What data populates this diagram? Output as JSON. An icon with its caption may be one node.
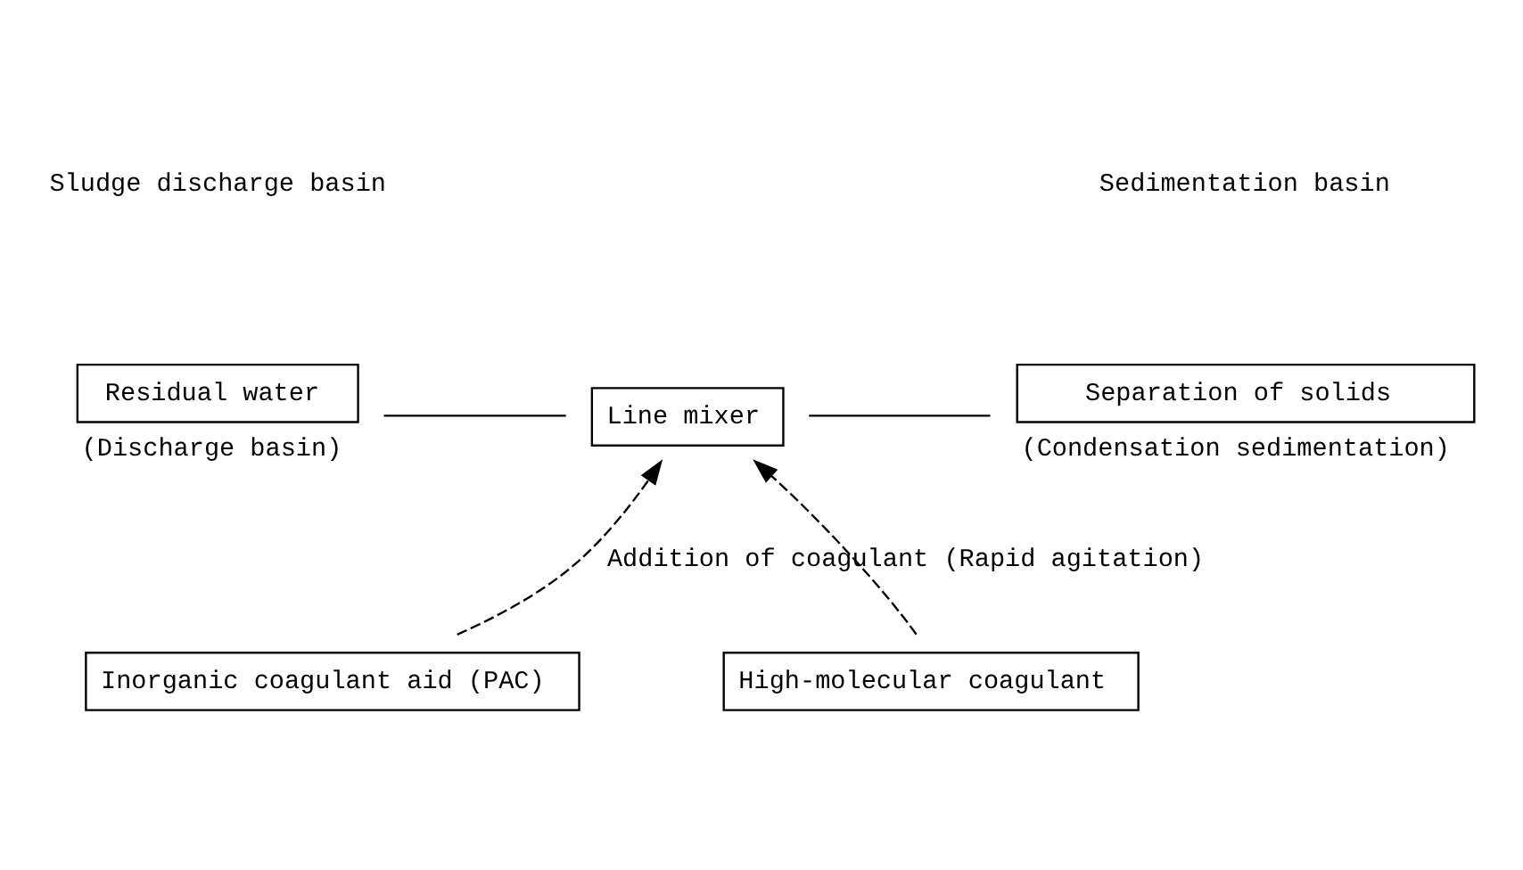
{
  "diagram": {
    "nodes": [
      {
        "text": [
          "Residual water"
        ],
        "beside": [
          "(Discharge basin)"
        ]
      },
      {
        "text": [
          "Line mixer"
        ]
      },
      {
        "text": [
          "Separation of solids"
        ],
        "beside": [
          "(Condensation sedimentation)"
        ]
      },
      {
        "text": [
          "Inorganic coagulant aid (PAC)"
        ]
      },
      {
        "text": [
          "High-molecular coagulant"
        ]
      }
    ],
    "edges": [
      {
        "from": 0,
        "to": 1,
        "arrow": "none"
      },
      {
        "from": 1,
        "to": 2,
        "arrow": "none"
      },
      {
        "from": 3,
        "to": 1,
        "arrow": "to",
        "style": "dashed",
        "label": "Addition of coagulant (Rapid agitation)"
      },
      {
        "from": 4,
        "to": 1,
        "arrow": "to",
        "style": "dashed"
      }
    ],
    "labels": [
      "Sludge discharge basin",
      "Sedimentation basin"
    ]
  }
}
